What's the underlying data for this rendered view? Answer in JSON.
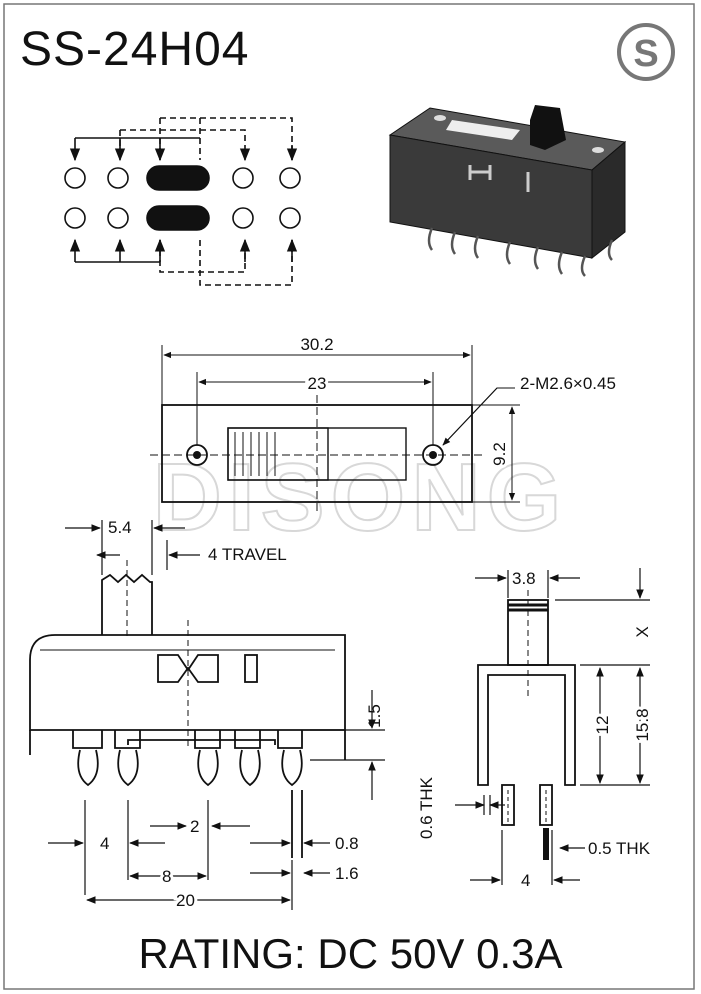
{
  "title": "SS-24H04",
  "logo_letter": "S",
  "watermark": "DISONG",
  "rating": "RATING: DC 50V 0.3A",
  "top_view": {
    "overall": "30.2",
    "mount_spacing": "23",
    "height": "9.2",
    "screw_note": "2-M2.6×0.45"
  },
  "side_view": {
    "knob_width": "5.4",
    "travel": "4 TRAVEL",
    "pin_height": "1.5",
    "pitch_4": "4",
    "pitch_2": "2",
    "span_8": "8",
    "span_20": "20",
    "pin_w1": "0.8",
    "pin_w2": "1.6"
  },
  "end_view": {
    "knob_width": "3.8",
    "knob_height": "X",
    "body_height": "12",
    "total_height": "15.8",
    "thk_left": "0.6 THK",
    "thk_right": "0.5 THK",
    "pin_spacing": "4"
  },
  "colors": {
    "line": "#111111",
    "body_fill": "#3a3a3a",
    "watermark": "#d8d8d8"
  }
}
